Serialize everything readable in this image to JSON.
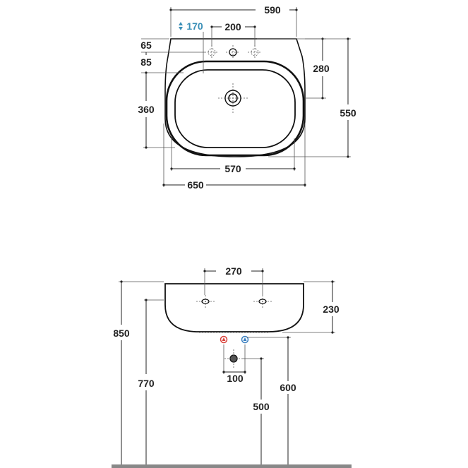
{
  "top_view": {
    "dim_overall_depth_top": "590",
    "dim_tap_flex": "170",
    "dim_tap_spacing": "200",
    "dim_65": "65",
    "dim_85": "85",
    "dim_280": "280",
    "dim_360": "360",
    "dim_550": "550",
    "dim_570": "570",
    "dim_650": "650"
  },
  "front_view": {
    "dim_270": "270",
    "dim_230": "230",
    "dim_850": "850",
    "dim_770": "770",
    "dim_100": "100",
    "dim_600": "600",
    "dim_500": "500"
  },
  "colors": {
    "line": "#222222",
    "accent_blue": "#3a8fb7",
    "hot_red": "#d9413a",
    "cold_blue": "#3a7fc0",
    "floor": "#888888"
  }
}
